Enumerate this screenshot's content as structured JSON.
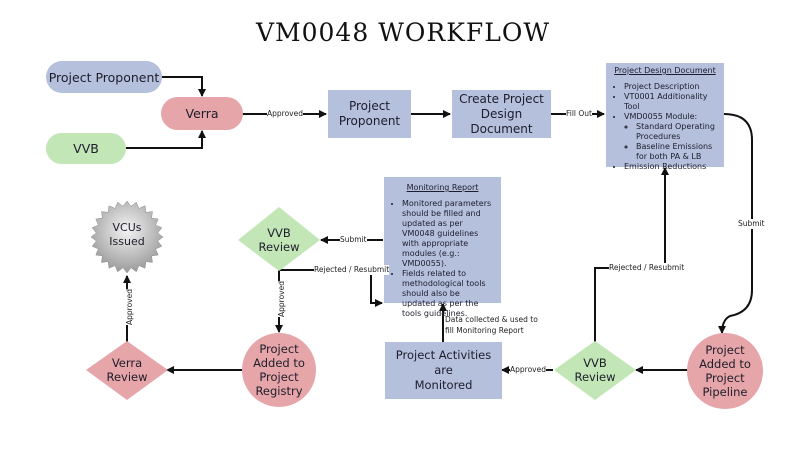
{
  "title": "VM0048 WORKFLOW",
  "nodes": {
    "project_proponent_top": "Project Proponent",
    "verra": "Verra",
    "vvb_left": "VVB",
    "project_proponent": "Project\nProponent",
    "create_pdd": "Create Project\nDesign Document",
    "project_pipeline": "Project\nAdded to\nProject\nPipeline",
    "vvb_review_bottom": "VVB\nReview",
    "project_activities": "Project Activities are\nMonitored",
    "vvb_review_top": "VVB\nReview",
    "project_registry": "Project\nAdded to\nProject\nRegistry",
    "verra_review": "Verra\nReview",
    "vcus_issued": "VCUs\nIssued"
  },
  "pdd": {
    "title": "Project Design Document",
    "items": [
      "Project Description",
      "VT0001 Additionality Tool",
      "VMD0055 Module:"
    ],
    "subitems": [
      "Standard Operating Procedures",
      "Baseline Emissions for both PA & LB"
    ],
    "last_item": "Emission Reductions"
  },
  "monitoring": {
    "title": "Monitoring Report",
    "items": [
      "Monitored parameters should be filled and updated as per VM0048 guidelines with appropriate modules (e.g.: VMD0055).",
      "Fields related to methodological tools should also be updated as per the tools guidelines."
    ]
  },
  "edges": {
    "approved_1": "Approved",
    "fill_out": "Fill Out",
    "submit_right": "Submit",
    "rejected_right": "Rejected / Resubmit",
    "approved_bottom": "Approved",
    "data_collected": "Data collected & used to\nfill Monitoring Report",
    "submit_mid": "Submit",
    "rejected_mid": "Rejected / Resubmit",
    "approved_vvb": "Approved",
    "approved_verra": "Approved"
  },
  "colors": {
    "blue": "#b4c0dc",
    "green": "#c3e6b7",
    "pink": "#e6a6a9",
    "badge": "#b5b5b5"
  }
}
